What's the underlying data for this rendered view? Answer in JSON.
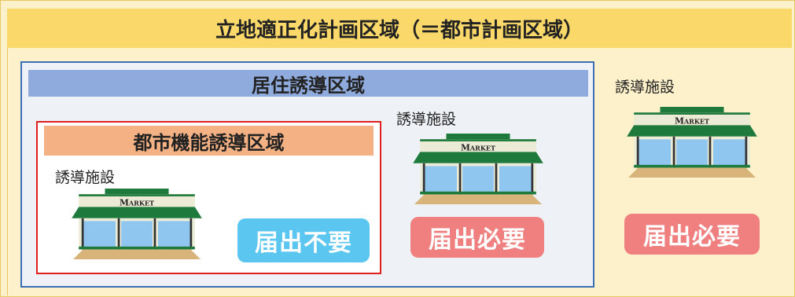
{
  "planning_area": {
    "title": "立地適正化計画区域（＝都市計画区域）"
  },
  "residential_zone": {
    "title": "居住誘導区域"
  },
  "urban_function_zone": {
    "title": "都市機能誘導区域"
  },
  "facility_label": "誘導施設",
  "store_sign": "MARKET",
  "badges": {
    "not_required": "届出不要",
    "required": "届出必要"
  },
  "colors": {
    "planning_area_bg": "#fdf1cc",
    "planning_title_bg": "#fad96a",
    "residential_bg": "#eef2f6",
    "residential_border": "#3a6fb6",
    "residential_title_bg": "#8faadc",
    "urban_border": "#e0201e",
    "urban_title_bg": "#f4b183",
    "badge_not_required": "#5bc6f0",
    "badge_required": "#f08080",
    "store_roof": "#1e7a3c"
  }
}
